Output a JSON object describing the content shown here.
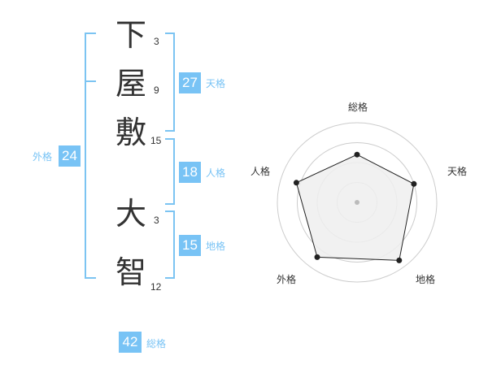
{
  "name_chars": [
    {
      "char": "下",
      "strokes": "3"
    },
    {
      "char": "屋",
      "strokes": "9"
    },
    {
      "char": "敷",
      "strokes": "15"
    },
    {
      "char": "大",
      "strokes": "3"
    },
    {
      "char": "智",
      "strokes": "12"
    }
  ],
  "kakusu": {
    "tenkaku": {
      "value": "27",
      "label": "天格"
    },
    "jinkaku": {
      "value": "18",
      "label": "人格"
    },
    "chikaku": {
      "value": "15",
      "label": "地格"
    },
    "gaikaku": {
      "value": "24",
      "label": "外格"
    },
    "soukaku": {
      "value": "42",
      "label": "総格"
    }
  },
  "radar": {
    "axes": [
      "総格",
      "天格",
      "地格",
      "外格",
      "人格"
    ],
    "values": [
      0.6,
      0.75,
      0.9,
      0.85,
      0.8
    ],
    "max": 1,
    "rings": 4
  },
  "colors": {
    "accent": "#78c3f5",
    "bracket": "#7cc4f2",
    "text": "#333333",
    "radar_fill": "#efefef",
    "radar_ring": "#cccccc"
  }
}
